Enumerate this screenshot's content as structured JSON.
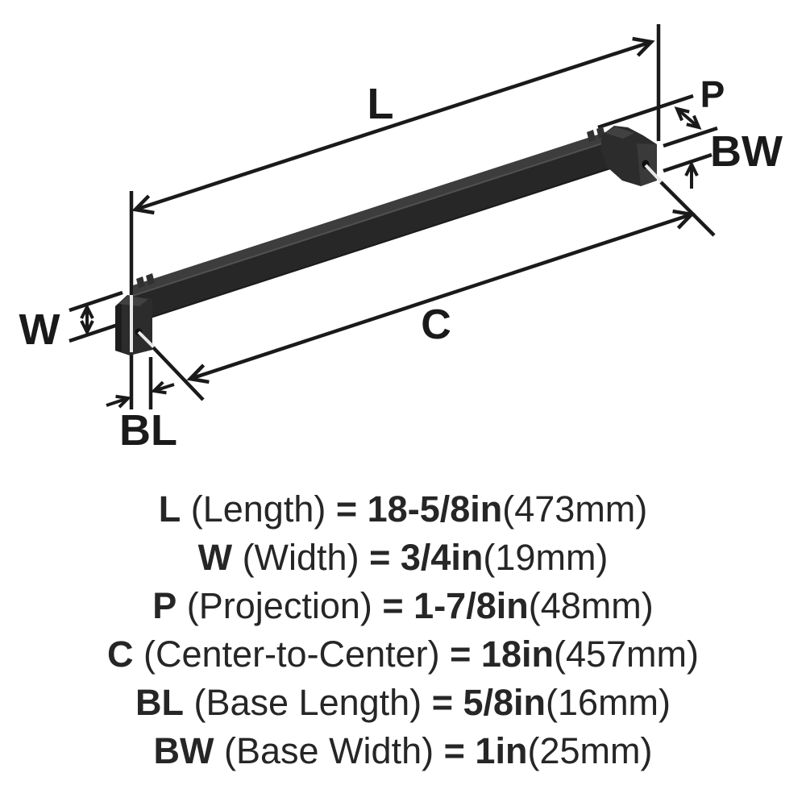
{
  "diagram": {
    "labels": {
      "length": "L",
      "width": "W",
      "projection": "P",
      "center_to_center": "C",
      "base_length": "BL",
      "base_width": "BW"
    },
    "colors": {
      "line": "#1a1a1a",
      "handle_front": "#272727",
      "handle_top": "#3d3d3d",
      "foot": "#2c2c2c",
      "background": "#ffffff",
      "text": "#262626"
    }
  },
  "specs": [
    {
      "code": "L",
      "name": "(Length)",
      "eq": "=",
      "imperial": "18-5/8in",
      "metric": "(473mm)"
    },
    {
      "code": "W",
      "name": "(Width)",
      "eq": "=",
      "imperial": "3/4in",
      "metric": "(19mm)"
    },
    {
      "code": "P",
      "name": "(Projection)",
      "eq": "=",
      "imperial": "1-7/8in",
      "metric": "(48mm)"
    },
    {
      "code": "C",
      "name": "(Center-to-Center)",
      "eq": "=",
      "imperial": "18in",
      "metric": "(457mm)"
    },
    {
      "code": "BL",
      "name": "(Base Length)",
      "eq": "=",
      "imperial": "5/8in",
      "metric": "(16mm)"
    },
    {
      "code": "BW",
      "name": "(Base Width)",
      "eq": "=",
      "imperial": "1in",
      "metric": "(25mm)"
    }
  ]
}
